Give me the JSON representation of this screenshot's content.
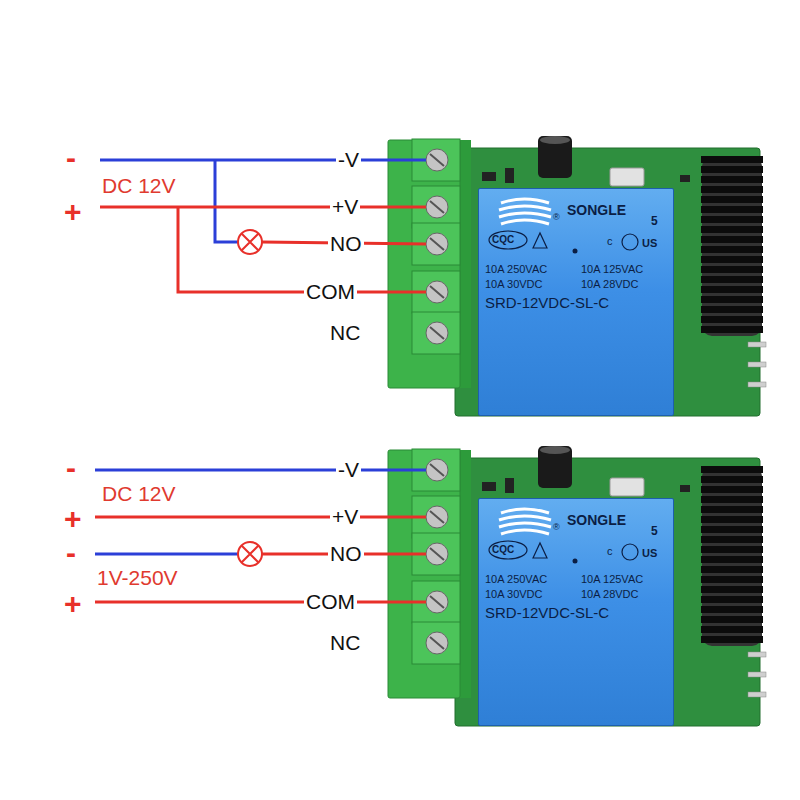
{
  "diagram": {
    "nodes": [
      {
        "text": [
          "SONGLE",
          "®",
          "CQC",
          "5",
          "c",
          "US",
          "10A 250VAC",
          "10A 125VAC",
          "10A 30VDC",
          "10A 28VDC",
          "SRD-12VDC-SL-C"
        ]
      },
      {
        "text": [
          "SONGLE",
          "®",
          "CQC",
          "5",
          "c",
          "US",
          "10A 250VAC",
          "10A 125VAC",
          "10A 30VDC",
          "10A 28VDC",
          "SRD-12VDC-SL-C"
        ]
      }
    ],
    "labels": [
      "-",
      "DC 12V",
      "+",
      "-V",
      "+V",
      "NO",
      "COM",
      "NC",
      "-",
      "DC 12V",
      "+",
      "-",
      "1V-250V",
      "+",
      "-V",
      "+V",
      "NO",
      "COM",
      "NC"
    ]
  }
}
